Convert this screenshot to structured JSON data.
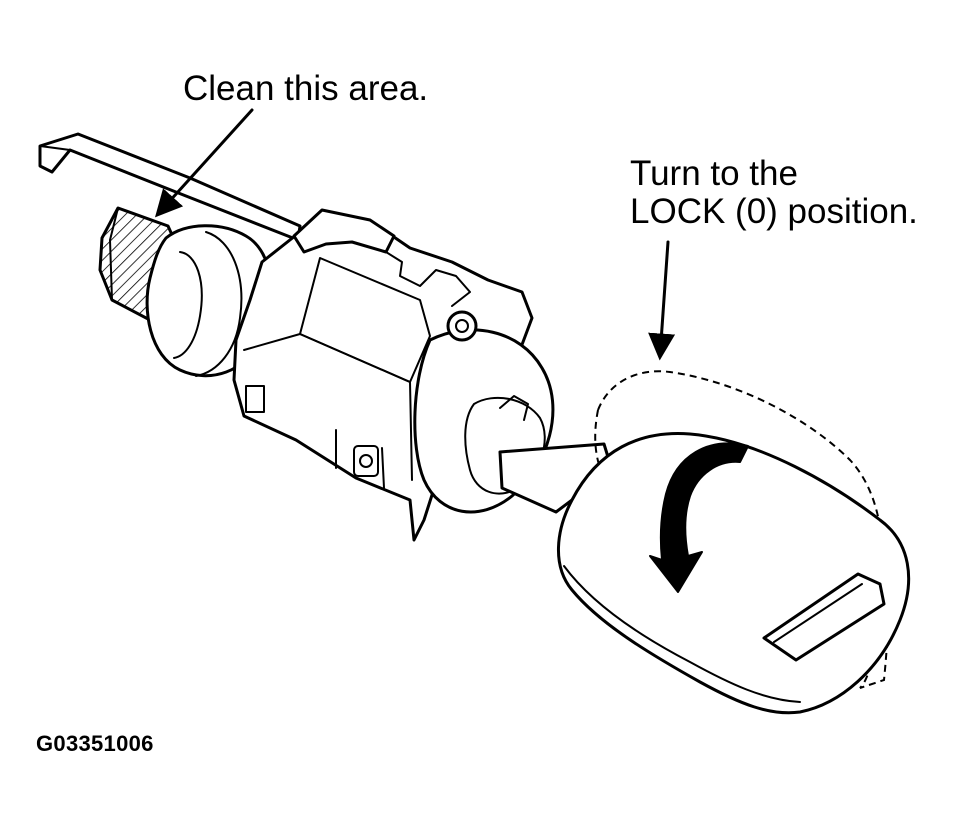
{
  "callouts": {
    "clean_area": "Clean this area.",
    "turn_line1": "Turn to the",
    "turn_line2": "LOCK (0) position."
  },
  "figure_id": "G03351006",
  "parts": [
    "key-blade",
    "lock-cylinder-housing",
    "key-head",
    "rotation-arrow"
  ]
}
